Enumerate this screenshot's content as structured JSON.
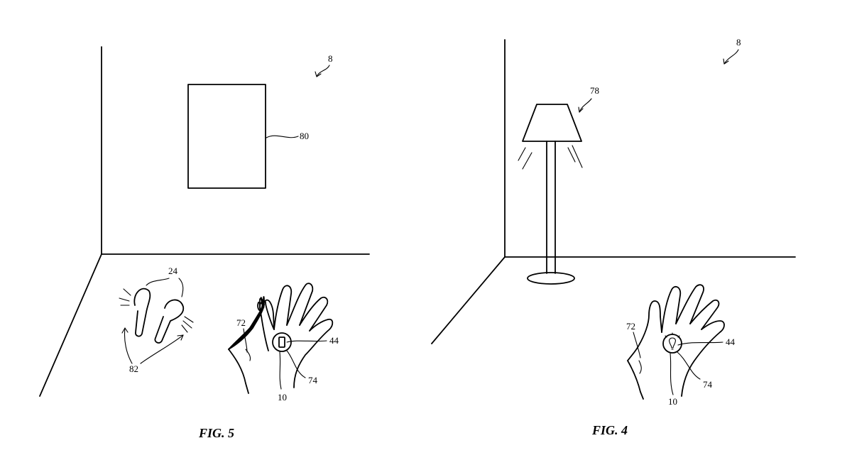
{
  "figures": [
    {
      "caption": "FIG. 5",
      "labels": {
        "system": "8",
        "display": "80",
        "earbuds": "24",
        "sound": "82",
        "hand": "72",
        "device": "10",
        "icon": "44",
        "circle": "74"
      }
    },
    {
      "caption": "FIG. 4",
      "labels": {
        "system": "8",
        "lamp": "78",
        "hand": "72",
        "device": "10",
        "icon": "44",
        "circle": "74"
      }
    }
  ]
}
